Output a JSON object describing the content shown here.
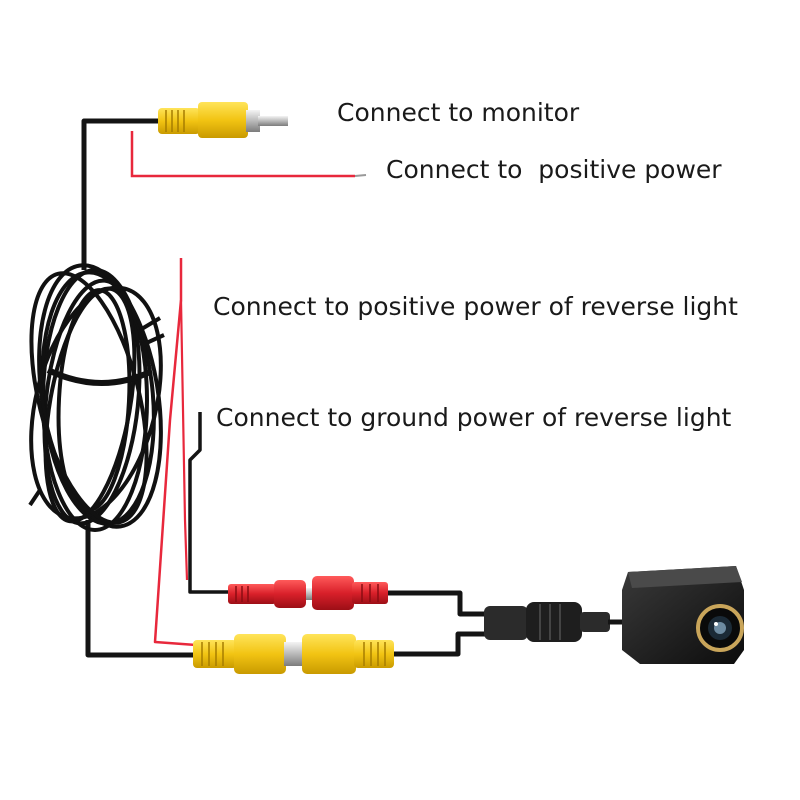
{
  "labels": {
    "monitor": "Connect to monitor",
    "positive_power": "Connect to  positive power",
    "reverse_positive": "Connect to positive power of reverse light",
    "reverse_ground": "Connect to ground power of reverse light"
  },
  "icons": [
    "rca-plug-icon",
    "dc-power-plug-icon",
    "cable-coil-icon",
    "backup-camera-icon"
  ],
  "colors": {
    "cable": "#141414",
    "red_wire": "#e8283c",
    "rca_yellow": "#f2c413",
    "plug_red": "#d9202a",
    "camera_ring": "#c9a55a"
  }
}
